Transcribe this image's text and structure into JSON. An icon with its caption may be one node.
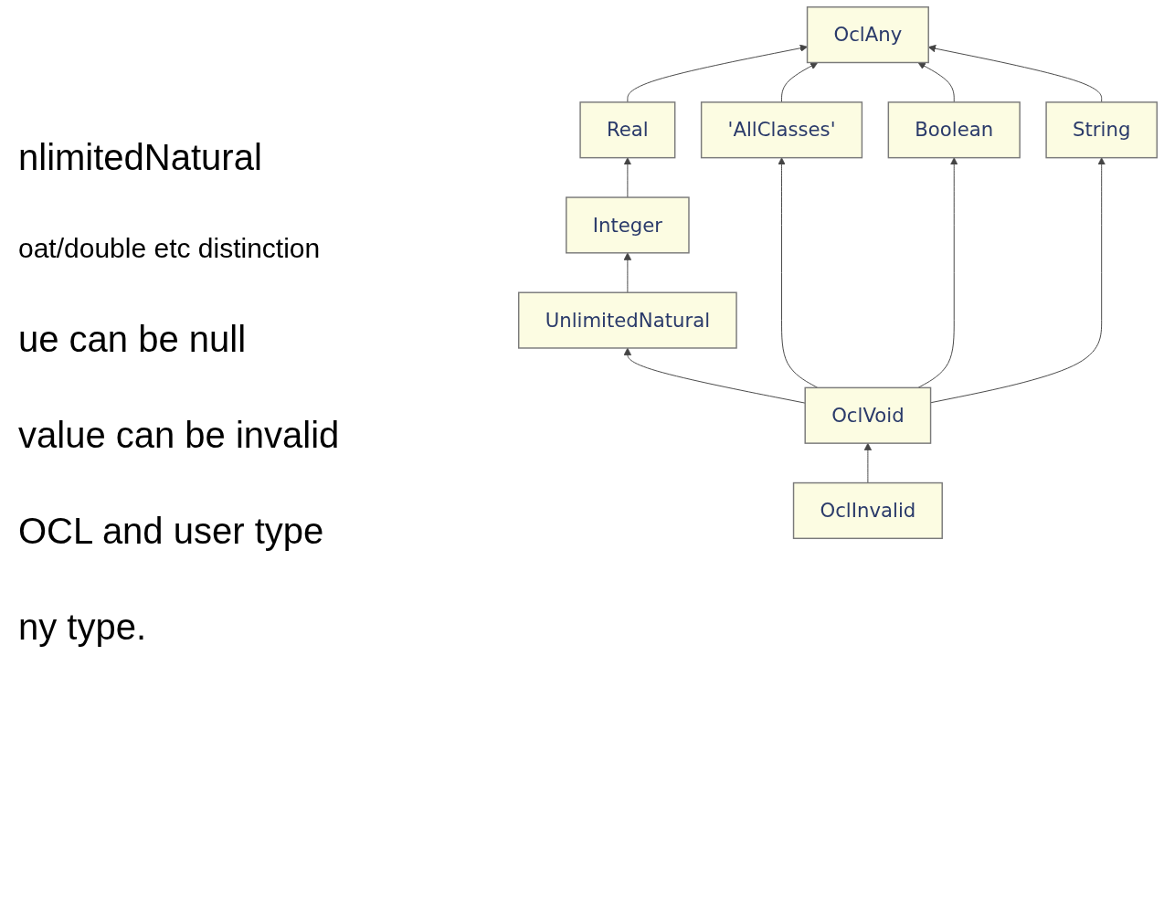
{
  "diagram": {
    "nodes": [
      {
        "text": [
          "OclAny"
        ]
      },
      {
        "text": [
          "Real"
        ]
      },
      {
        "text": [
          "'AllClasses'"
        ]
      },
      {
        "text": [
          "Boolean"
        ]
      },
      {
        "text": [
          "String"
        ]
      },
      {
        "text": [
          "Integer"
        ]
      },
      {
        "text": [
          "UnlimitedNatural"
        ]
      },
      {
        "text": [
          "OclVoid"
        ]
      },
      {
        "text": [
          "OclInvalid"
        ]
      }
    ],
    "edges": [
      {
        "from": 1,
        "to": 0,
        "arrow": "to"
      },
      {
        "from": 2,
        "to": 0,
        "arrow": "to"
      },
      {
        "from": 3,
        "to": 0,
        "arrow": "to"
      },
      {
        "from": 4,
        "to": 0,
        "arrow": "to"
      },
      {
        "from": 5,
        "to": 1,
        "arrow": "to"
      },
      {
        "from": 6,
        "to": 5,
        "arrow": "to"
      },
      {
        "from": 7,
        "to": 2,
        "arrow": "to"
      },
      {
        "from": 7,
        "to": 3,
        "arrow": "to"
      },
      {
        "from": 7,
        "to": 4,
        "arrow": "to"
      },
      {
        "from": 7,
        "to": 6,
        "arrow": "to"
      },
      {
        "from": 8,
        "to": 7,
        "arrow": "to"
      }
    ],
    "labels": [
      "nlimitedNatural",
      "oat/double etc distinction",
      "ue can be null",
      "value can be invalid",
      "OCL and user type",
      "ny type."
    ]
  }
}
